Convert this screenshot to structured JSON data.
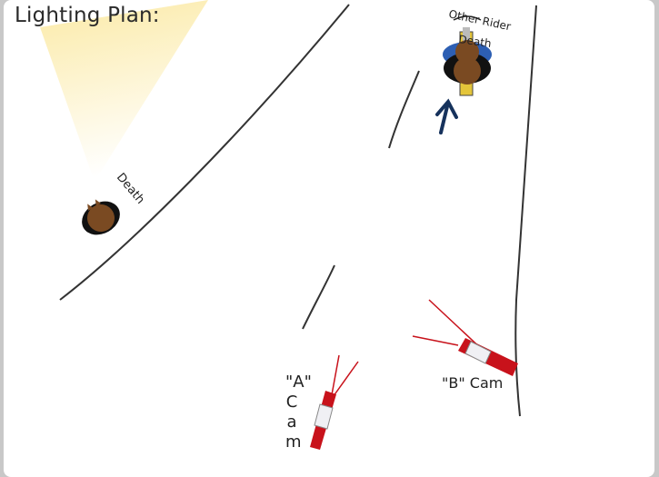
{
  "title": "Lighting Plan:",
  "labels": {
    "death_left": "Death",
    "other_rider": "Other Rider",
    "death_top": "Death",
    "cam_b": "\"B\" Cam",
    "cam_a": "\"A\" Cam"
  },
  "colors": {
    "background": "#ffffff",
    "road_lines": "#333333",
    "light_glow": "#fbe9a2",
    "camera_red": "#c8121b",
    "rider_brown": "#7a4a22",
    "rider_blue": "#2d5fb3",
    "arrow_navy": "#16325c",
    "bike_yellow": "#e4c53a"
  },
  "icons": [
    "light-cone-icon",
    "rider-death-icon",
    "other-rider-icon",
    "direction-arrow-icon",
    "camera-b-icon",
    "camera-a-icon"
  ]
}
